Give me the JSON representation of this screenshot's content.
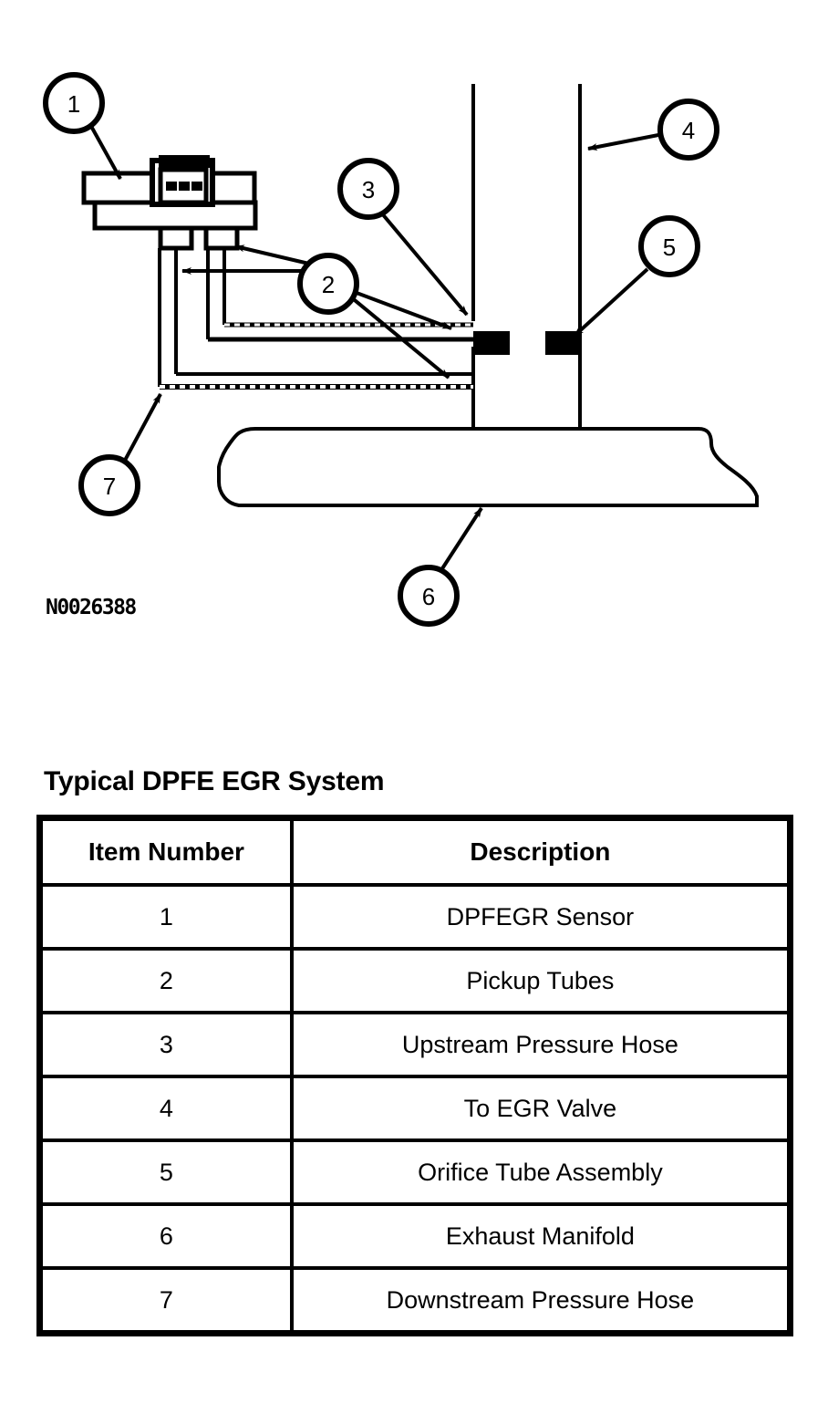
{
  "figure": {
    "code": "N0026388",
    "callouts": [
      {
        "id": "1",
        "label": "1",
        "target": "DPFEGR Sensor"
      },
      {
        "id": "2",
        "label": "2",
        "target": "Pickup Tubes"
      },
      {
        "id": "3",
        "label": "3",
        "target": "Upstream Pressure Hose"
      },
      {
        "id": "4",
        "label": "4",
        "target": "To EGR Valve"
      },
      {
        "id": "5",
        "label": "5",
        "target": "Orifice Tube Assembly"
      },
      {
        "id": "6",
        "label": "6",
        "target": "Exhaust Manifold"
      },
      {
        "id": "7",
        "label": "7",
        "target": "Downstream Pressure Hose"
      }
    ]
  },
  "table": {
    "title": "Typical DPFE EGR System",
    "headers": [
      "Item Number",
      "Description"
    ],
    "rows": [
      {
        "item": "1",
        "description": "DPFEGR Sensor"
      },
      {
        "item": "2",
        "description": "Pickup Tubes"
      },
      {
        "item": "3",
        "description": "Upstream Pressure Hose"
      },
      {
        "item": "4",
        "description": "To EGR Valve"
      },
      {
        "item": "5",
        "description": "Orifice Tube Assembly"
      },
      {
        "item": "6",
        "description": "Exhaust Manifold"
      },
      {
        "item": "7",
        "description": "Downstream Pressure Hose"
      }
    ]
  },
  "colors": {
    "ink": "#000000",
    "paper": "#ffffff"
  }
}
